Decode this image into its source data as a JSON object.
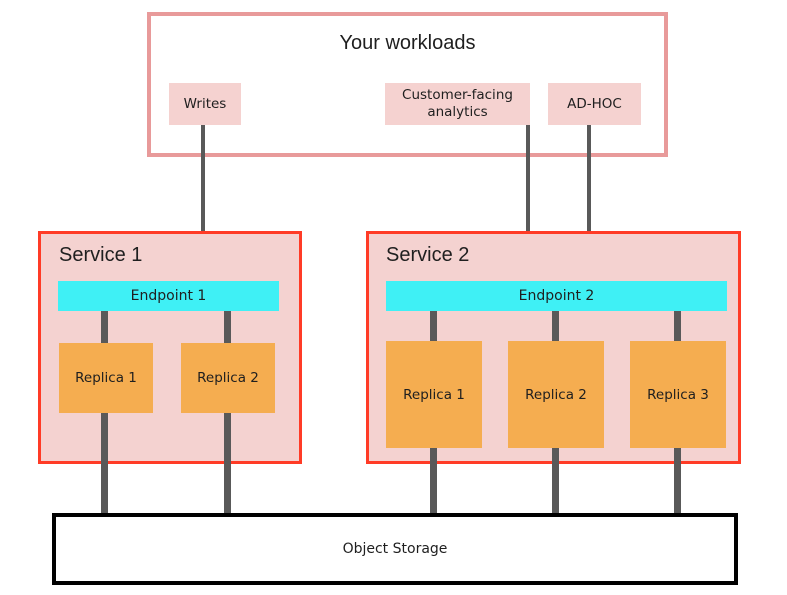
{
  "diagram": {
    "title_box": {
      "label": "Your workloads",
      "border_color": "#e89a9a"
    },
    "workload_chips": [
      {
        "label": "Writes",
        "target": "Endpoint 1"
      },
      {
        "label": "Customer-facing analytics",
        "target": "Endpoint 2"
      },
      {
        "label": "AD-HOC",
        "target": "Endpoint 2"
      }
    ],
    "services": [
      {
        "title": "Service 1",
        "endpoint": "Endpoint 1",
        "replicas": [
          "Replica 1",
          "Replica 2"
        ]
      },
      {
        "title": "Service 2",
        "endpoint": "Endpoint 2",
        "replicas": [
          "Replica 1",
          "Replica 2",
          "Replica 3"
        ]
      }
    ],
    "storage": {
      "label": "Object Storage"
    },
    "colors": {
      "service_border": "#ff3b26",
      "service_fill": "#f4d2d0",
      "endpoint_fill": "#3ff0f5",
      "replica_fill": "#f5ad50",
      "chip_fill": "#f5d2d0",
      "connector": "#595959",
      "storage_border": "#000000"
    }
  }
}
